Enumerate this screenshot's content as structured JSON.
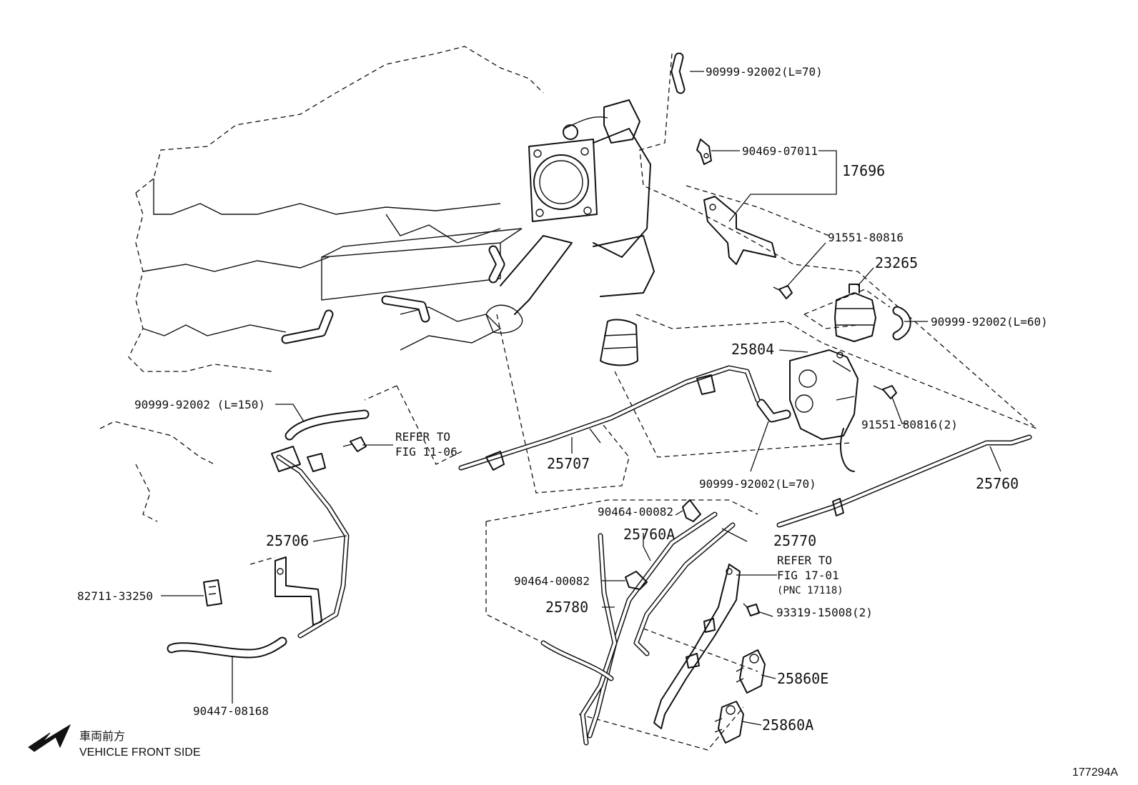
{
  "diagram": {
    "figure_id": "177294A",
    "orientation": {
      "japanese": "車両前方",
      "english": "VEHICLE FRONT SIDE"
    },
    "callouts": [
      {
        "id": "c1",
        "text": "90999-92002(L=70)"
      },
      {
        "id": "c2",
        "text": "90469-07011"
      },
      {
        "id": "c3",
        "text": "17696"
      },
      {
        "id": "c4",
        "text": "91551-80816"
      },
      {
        "id": "c5",
        "text": "23265"
      },
      {
        "id": "c6",
        "text": "90999-92002(L=60)"
      },
      {
        "id": "c7",
        "text": "25804"
      },
      {
        "id": "c8",
        "text": "91551-80816(2)"
      },
      {
        "id": "c9",
        "text": "90999-92002 (L=150)"
      },
      {
        "id": "c10a",
        "text": "REFER TO"
      },
      {
        "id": "c10b",
        "text": "FIG 11-06"
      },
      {
        "id": "c11",
        "text": "25707"
      },
      {
        "id": "c12",
        "text": "90999-92002(L=70)"
      },
      {
        "id": "c13",
        "text": "25760"
      },
      {
        "id": "c14",
        "text": "90464-00082"
      },
      {
        "id": "c15",
        "text": "25760A"
      },
      {
        "id": "c16",
        "text": "25770"
      },
      {
        "id": "c17a",
        "text": "REFER TO"
      },
      {
        "id": "c17b",
        "text": "FIG 17-01"
      },
      {
        "id": "c17c",
        "text": "(PNC 17118)"
      },
      {
        "id": "c18",
        "text": "25706"
      },
      {
        "id": "c19",
        "text": "90464-00082"
      },
      {
        "id": "c20",
        "text": "25780"
      },
      {
        "id": "c21",
        "text": "93319-15008(2)"
      },
      {
        "id": "c22",
        "text": "82711-33250"
      },
      {
        "id": "c23",
        "text": "25860E"
      },
      {
        "id": "c24",
        "text": "25860A"
      },
      {
        "id": "c25",
        "text": "90447-08168"
      }
    ]
  }
}
